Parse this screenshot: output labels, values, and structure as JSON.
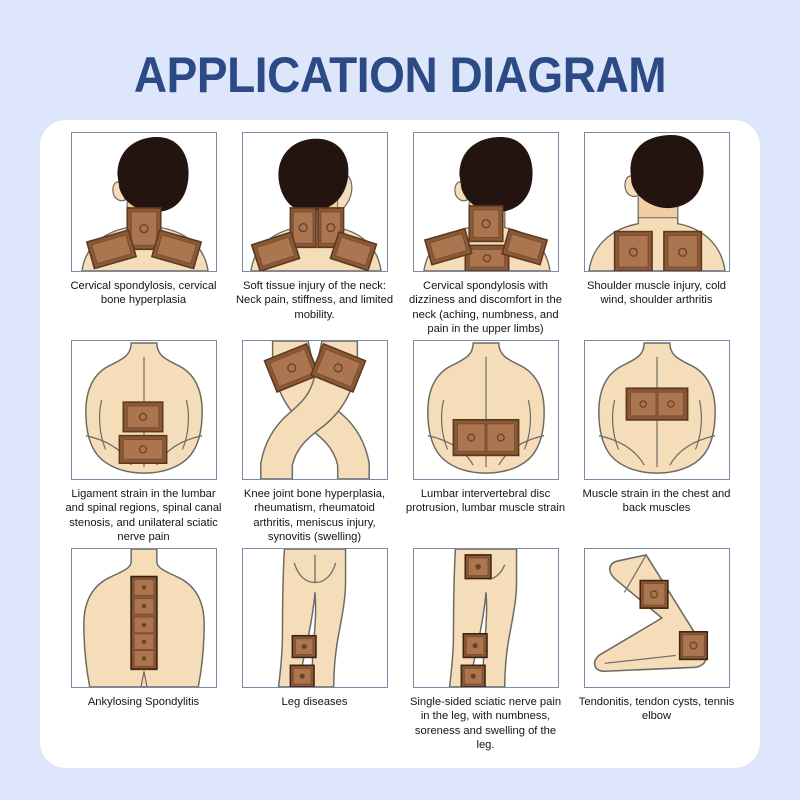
{
  "page": {
    "title": "APPLICATION DIAGRAM",
    "background_color": "#dde6fb",
    "card_color": "#ffffff",
    "title_color": "#2b4a86",
    "frame_border_color": "#7b8aa5",
    "skin_color": "#f6ddb9",
    "skin_shade_color": "#f0cfa4",
    "hair_color": "#231410",
    "patch_color": "#a9754f",
    "patch_border_color": "#6b4226",
    "outline_color": "#6b6b63"
  },
  "panels": [
    {
      "id": "panel-1",
      "illustration": "neck-back-one-patch-two-shoulders",
      "caption": "Cervical spondylosis, cervical bone hyperplasia"
    },
    {
      "id": "panel-2",
      "illustration": "neck-turned-two-patches-two-shoulders",
      "caption": "Soft tissue injury of the neck: Neck pain, stiffness, and limited mobility."
    },
    {
      "id": "panel-3",
      "illustration": "neck-vertical-and-horizontal-patches-two-shoulders",
      "caption": "Cervical spondylosis with dizziness and discomfort in the neck (aching, numbness, and pain in the upper limbs)"
    },
    {
      "id": "panel-4",
      "illustration": "shoulders-two-patches",
      "caption": "Shoulder muscle injury, cold wind, shoulder arthritis"
    },
    {
      "id": "panel-5",
      "illustration": "lower-back-two-stacked-patches",
      "caption": "Ligament strain in the lumbar and spinal regions, spinal canal stenosis, and unilateral sciatic nerve pain"
    },
    {
      "id": "panel-6",
      "illustration": "crossed-legs-two-knee-patches",
      "caption": "Knee joint bone hyperplasia, rheumatism, rheumatoid arthritis, meniscus injury, synovitis (swelling)"
    },
    {
      "id": "panel-7",
      "illustration": "lower-back-wide-patch",
      "caption": "Lumbar intervertebral disc protrusion, lumbar muscle strain"
    },
    {
      "id": "panel-8",
      "illustration": "mid-back-wide-patch",
      "caption": "Muscle strain in the chest and back muscles"
    },
    {
      "id": "panel-9",
      "illustration": "spine-five-stacked-patches",
      "caption": "Ankylosing Spondylitis"
    },
    {
      "id": "panel-10",
      "illustration": "leg-two-patches",
      "caption": "Leg diseases"
    },
    {
      "id": "panel-11",
      "illustration": "hip-and-leg-three-patches",
      "caption": "Single-sided sciatic nerve pain in the leg, with numbness, soreness and swelling of the leg."
    },
    {
      "id": "panel-12",
      "illustration": "bent-arm-elbow-two-patches",
      "caption": "Tendonitis, tendon cysts, tennis elbow"
    }
  ]
}
